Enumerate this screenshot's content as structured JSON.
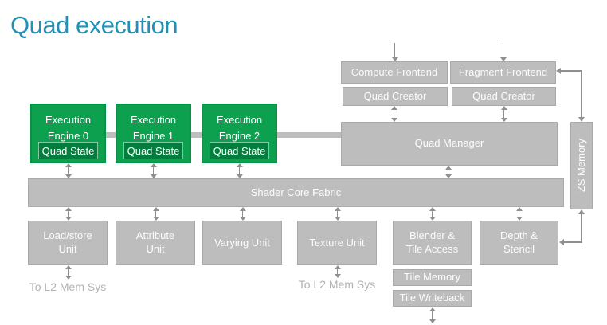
{
  "title": "Quad execution",
  "colors": {
    "title": "#2191b4",
    "box_fill": "#bdbdbd",
    "box_border": "#a9a9a9",
    "box_text": "#fcfcfc",
    "green_fill": "#0da04f",
    "green_border": "#079246",
    "quadstate_fill": "#037d3e",
    "quadstate_border": "#82c7a3",
    "arrow": "#8f8f8f",
    "muted_text": "#b2b2b2"
  },
  "nodes": {
    "compute_frontend": "Compute Frontend",
    "fragment_frontend": "Fragment Frontend",
    "quad_creator_left": "Quad Creator",
    "quad_creator_right": "Quad Creator",
    "quad_manager": "Quad Manager",
    "zs_memory": "ZS Memory",
    "shader_core_fabric": "Shader Core Fabric",
    "engines": [
      {
        "label": "Execution Engine 0",
        "state": "Quad State"
      },
      {
        "label": "Execution Engine 1",
        "state": "Quad State"
      },
      {
        "label": "Execution Engine 2",
        "state": "Quad State"
      }
    ],
    "load_store_unit": "Load/store Unit",
    "attribute_unit": "Attribute Unit",
    "varying_unit": "Varying Unit",
    "texture_unit": "Texture Unit",
    "blender_tile_access": "Blender & Tile Access",
    "depth_stencil": "Depth & Stencil",
    "tile_memory": "Tile Memory",
    "tile_writeback": "Tile Writeback"
  },
  "labels": {
    "to_l2_left": "To L2 Mem Sys",
    "to_l2_right": "To L2 Mem Sys"
  }
}
